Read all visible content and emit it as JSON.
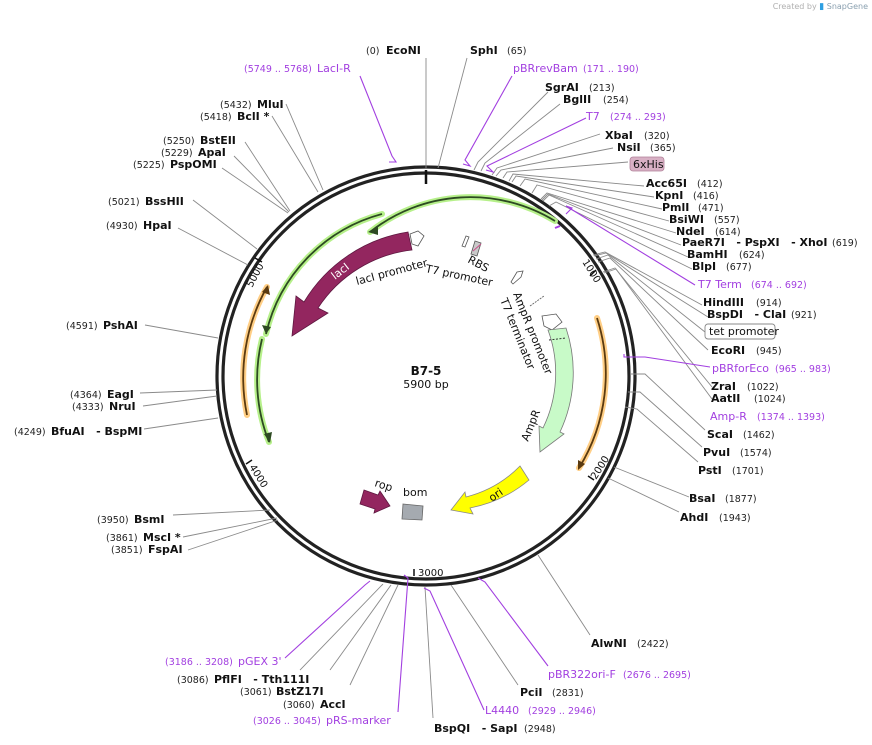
{
  "credit": {
    "prefix": "Created by",
    "brand": "SnapGene"
  },
  "plasmid": {
    "name": "B7-5",
    "length": "5900 bp"
  },
  "ruler": [
    {
      "label": "1000"
    },
    {
      "label": "2000"
    },
    {
      "label": "3000"
    },
    {
      "label": "4000"
    },
    {
      "label": "5000"
    }
  ],
  "features": [
    {
      "name": "lacI",
      "color": "#93265f"
    },
    {
      "name": "lacI promoter"
    },
    {
      "name": "T7 promoter"
    },
    {
      "name": "RBS"
    },
    {
      "name": "6xHis",
      "color": "#d8b0c4"
    },
    {
      "name": "T7 terminator"
    },
    {
      "name": "AmpR promoter"
    },
    {
      "name": "AmpR",
      "color": "#c8fac8"
    },
    {
      "name": "ori",
      "color": "#ffff00"
    },
    {
      "name": "bom",
      "color": "#a5aab0"
    },
    {
      "name": "rop",
      "color": "#93265f"
    },
    {
      "name": "tet promoter"
    }
  ],
  "enzymes": [
    {
      "name": "EcoNI",
      "pos": "(0)"
    },
    {
      "name": "SphI",
      "pos": "(65)"
    },
    {
      "name": "SgrAI",
      "pos": "(213)"
    },
    {
      "name": "BglII",
      "pos": "(254)"
    },
    {
      "name": "XbaI",
      "pos": "(320)"
    },
    {
      "name": "NsiI",
      "pos": "(365)"
    },
    {
      "name": "Acc65I",
      "pos": "(412)"
    },
    {
      "name": "KpnI",
      "pos": "(416)"
    },
    {
      "name": "PmlI",
      "pos": "(471)"
    },
    {
      "name": "BsiWI",
      "pos": "(557)"
    },
    {
      "name": "NdeI",
      "pos": "(614)"
    },
    {
      "name": "PaeR7I   - PspXI   - XhoI",
      "pos": "(619)"
    },
    {
      "name": "BamHI",
      "pos": "(624)"
    },
    {
      "name": "BlpI",
      "pos": "(677)"
    },
    {
      "name": "HindIII",
      "pos": "(914)"
    },
    {
      "name": "BspDI   - ClaI",
      "pos": "(921)"
    },
    {
      "name": "EcoRI",
      "pos": "(945)"
    },
    {
      "name": "ZraI",
      "pos": "(1022)"
    },
    {
      "name": "AatII",
      "pos": "(1024)"
    },
    {
      "name": "ScaI",
      "pos": "(1462)"
    },
    {
      "name": "PvuI",
      "pos": "(1574)"
    },
    {
      "name": "PstI",
      "pos": "(1701)"
    },
    {
      "name": "BsaI",
      "pos": "(1877)"
    },
    {
      "name": "AhdI",
      "pos": "(1943)"
    },
    {
      "name": "AlwNI",
      "pos": "(2422)"
    },
    {
      "name": "PciI",
      "pos": "(2831)"
    },
    {
      "name": "BspQI   - SapI",
      "pos": "(2948)"
    },
    {
      "name": "AccI",
      "pos": "(3060)"
    },
    {
      "name": "BstZ17I",
      "pos": "(3061)"
    },
    {
      "name": "PflFI   - Tth111I",
      "pos": "(3086)"
    },
    {
      "name": "FspAI",
      "pos": "(3851)"
    },
    {
      "name": "MscI *",
      "pos": "(3861)"
    },
    {
      "name": "BsmI",
      "pos": "(3950)"
    },
    {
      "name": "BfuAI   - BspMI",
      "pos": "(4249)"
    },
    {
      "name": "NruI",
      "pos": "(4333)"
    },
    {
      "name": "EagI",
      "pos": "(4364)"
    },
    {
      "name": "PshAI",
      "pos": "(4591)"
    },
    {
      "name": "HpaI",
      "pos": "(4930)"
    },
    {
      "name": "BssHII",
      "pos": "(5021)"
    },
    {
      "name": "PspOMI",
      "pos": "(5225)"
    },
    {
      "name": "ApaI",
      "pos": "(5229)"
    },
    {
      "name": "BstEII",
      "pos": "(5250)"
    },
    {
      "name": "BclI *",
      "pos": "(5418)"
    },
    {
      "name": "MluI",
      "pos": "(5432)"
    }
  ],
  "primers": [
    {
      "name": "LacI-R",
      "range": "(5749 .. 5768)"
    },
    {
      "name": "pBRrevBam",
      "range": "(171 .. 190)"
    },
    {
      "name": "T7",
      "range": "(274 .. 293)"
    },
    {
      "name": "T7 Term",
      "range": "(674 .. 692)"
    },
    {
      "name": "pBRforEco",
      "range": "(965 .. 983)"
    },
    {
      "name": "Amp-R",
      "range": "(1374 .. 1393)"
    },
    {
      "name": "pBR322ori-F",
      "range": "(2676 .. 2695)"
    },
    {
      "name": "L4440",
      "range": "(2929 .. 2946)"
    },
    {
      "name": "pRS-marker",
      "range": "(3026 .. 3045)"
    },
    {
      "name": "pGEX 3'",
      "range": "(3186 .. 3208)"
    }
  ]
}
